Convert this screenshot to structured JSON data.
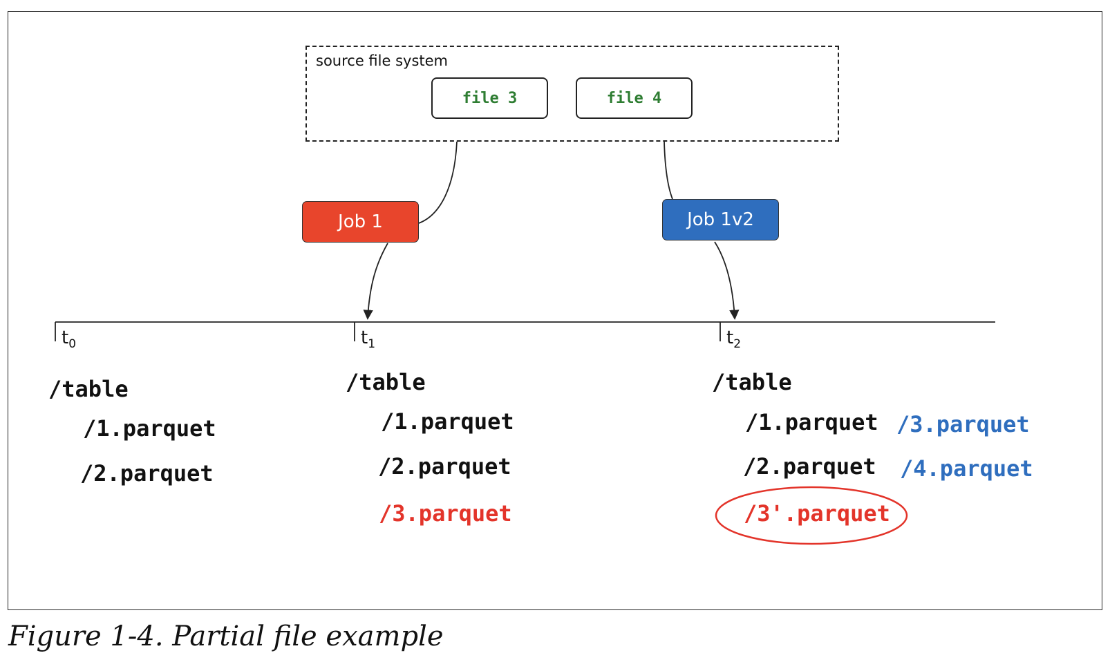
{
  "source": {
    "label": "source file system",
    "files": [
      "file 3",
      "file 4"
    ]
  },
  "jobs": [
    {
      "label": "Job 1",
      "color": "#e8452c"
    },
    {
      "label": "Job 1v2",
      "color": "#2f6ebe"
    }
  ],
  "timeline": {
    "ticks": [
      {
        "base": "t",
        "sub": "0"
      },
      {
        "base": "t",
        "sub": "1"
      },
      {
        "base": "t",
        "sub": "2"
      }
    ]
  },
  "snapshots": {
    "t0": {
      "dir": "/table",
      "files": [
        "/1.parquet",
        "/2.parquet"
      ]
    },
    "t1": {
      "dir": "/table",
      "files": [
        "/1.parquet",
        "/2.parquet"
      ],
      "new_file": "/3.parquet"
    },
    "t2": {
      "dir": "/table",
      "files": [
        "/1.parquet",
        "/2.parquet"
      ],
      "partial_file": "/3'.parquet",
      "new_files": [
        "/3.parquet",
        "/4.parquet"
      ]
    }
  },
  "colors": {
    "file_label": "#2e7d32",
    "job1_output": "#e3342a",
    "job1v2_output": "#2f6ebe"
  },
  "caption": "Figure 1-4. Partial file example"
}
